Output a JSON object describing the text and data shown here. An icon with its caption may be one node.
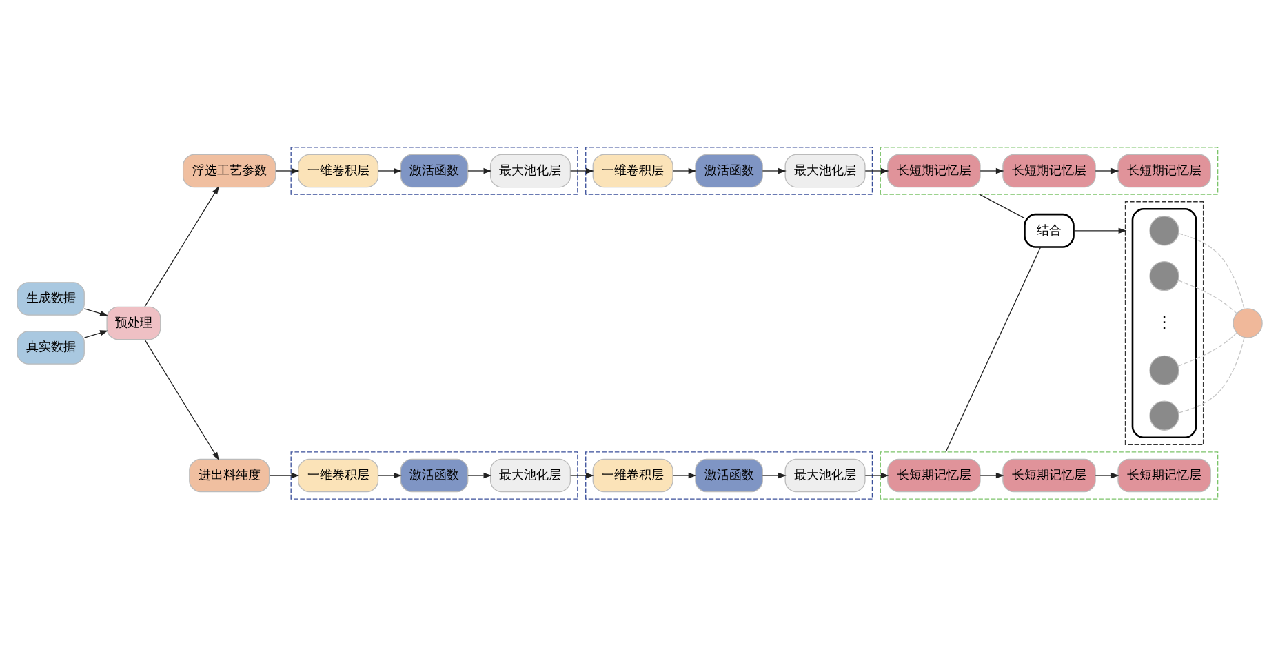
{
  "diagram": {
    "nodes": [
      {
        "text": [
          "生成数据"
        ]
      },
      {
        "text": [
          "真实数据"
        ]
      },
      {
        "text": [
          "预处理"
        ]
      },
      {
        "text": [
          "浮选工艺参数"
        ]
      },
      {
        "text": [
          "进出料纯度"
        ]
      },
      {
        "text": [],
        "shape": "box"
      },
      {
        "text": [
          "一维卷积层"
        ],
        "in": 5
      },
      {
        "text": [
          "激活函数"
        ],
        "in": 5
      },
      {
        "text": [
          "最大池化层"
        ],
        "in": 5
      },
      {
        "text": [],
        "shape": "box"
      },
      {
        "text": [
          "一维卷积层"
        ],
        "in": 9
      },
      {
        "text": [
          "激活函数"
        ],
        "in": 9
      },
      {
        "text": [
          "最大池化层"
        ],
        "in": 9
      },
      {
        "text": [],
        "shape": "box"
      },
      {
        "text": [
          "长短期记忆层"
        ],
        "in": 13
      },
      {
        "text": [
          "长短期记忆层"
        ],
        "in": 13
      },
      {
        "text": [
          "长短期记忆层"
        ],
        "in": 13
      },
      {
        "text": [],
        "shape": "box"
      },
      {
        "text": [
          "一维卷积层"
        ],
        "in": 17
      },
      {
        "text": [
          "激活函数"
        ],
        "in": 17
      },
      {
        "text": [
          "最大池化层"
        ],
        "in": 17
      },
      {
        "text": [],
        "shape": "box"
      },
      {
        "text": [
          "一维卷积层"
        ],
        "in": 21
      },
      {
        "text": [
          "激活函数"
        ],
        "in": 21
      },
      {
        "text": [
          "最大池化层"
        ],
        "in": 21
      },
      {
        "text": [],
        "shape": "box"
      },
      {
        "text": [
          "长短期记忆层"
        ],
        "in": 25
      },
      {
        "text": [
          "长短期记忆层"
        ],
        "in": 25
      },
      {
        "text": [
          "长短期记忆层"
        ],
        "in": 25
      },
      {
        "text": [
          "结合"
        ]
      },
      {
        "text": [],
        "shape": "box"
      },
      {
        "text": [],
        "shape": "box",
        "in": 30
      },
      {
        "text": [],
        "shape": "circle",
        "in": 31
      },
      {
        "text": [],
        "shape": "circle",
        "in": 31
      },
      {
        "text": [],
        "shape": "circle",
        "in": 31
      },
      {
        "text": [],
        "shape": "circle",
        "in": 31
      },
      {
        "text": [],
        "shape": "circle"
      }
    ],
    "edges": [
      {
        "from": 0,
        "to": 2,
        "arrow": "to"
      },
      {
        "from": 1,
        "to": 2,
        "arrow": "to"
      },
      {
        "from": 2,
        "to": 3,
        "arrow": "to"
      },
      {
        "from": 2,
        "to": 4,
        "arrow": "to"
      },
      {
        "from": 3,
        "to": 6,
        "arrow": "to"
      },
      {
        "from": 6,
        "to": 7,
        "arrow": "to"
      },
      {
        "from": 7,
        "to": 8,
        "arrow": "to"
      },
      {
        "from": 8,
        "to": 10,
        "arrow": "to"
      },
      {
        "from": 10,
        "to": 11,
        "arrow": "to"
      },
      {
        "from": 11,
        "to": 12,
        "arrow": "to"
      },
      {
        "from": 12,
        "to": 14,
        "arrow": "to"
      },
      {
        "from": 14,
        "to": 15,
        "arrow": "to"
      },
      {
        "from": 15,
        "to": 16,
        "arrow": "to"
      },
      {
        "from": 4,
        "to": 18,
        "arrow": "to"
      },
      {
        "from": 18,
        "to": 19,
        "arrow": "to"
      },
      {
        "from": 19,
        "to": 20,
        "arrow": "to"
      },
      {
        "from": 20,
        "to": 22,
        "arrow": "to"
      },
      {
        "from": 22,
        "to": 23,
        "arrow": "to"
      },
      {
        "from": 23,
        "to": 24,
        "arrow": "to"
      },
      {
        "from": 24,
        "to": 26,
        "arrow": "to"
      },
      {
        "from": 26,
        "to": 27,
        "arrow": "to"
      },
      {
        "from": 27,
        "to": 28,
        "arrow": "to"
      },
      {
        "from": 13,
        "to": 29,
        "arrow": "none"
      },
      {
        "from": 25,
        "to": 29,
        "arrow": "none"
      },
      {
        "from": 29,
        "to": 30,
        "arrow": "to"
      },
      {
        "from": 32,
        "to": 36,
        "arrow": "none",
        "style": "dashed",
        "color": "#c8c8c8"
      },
      {
        "from": 33,
        "to": 36,
        "arrow": "none",
        "style": "dashed",
        "color": "#c8c8c8"
      },
      {
        "from": 34,
        "to": 36,
        "arrow": "none",
        "style": "dashed",
        "color": "#c8c8c8"
      },
      {
        "from": 35,
        "to": 36,
        "arrow": "none",
        "style": "dashed",
        "color": "#c8c8c8"
      }
    ],
    "labels": [
      "⋮"
    ]
  }
}
